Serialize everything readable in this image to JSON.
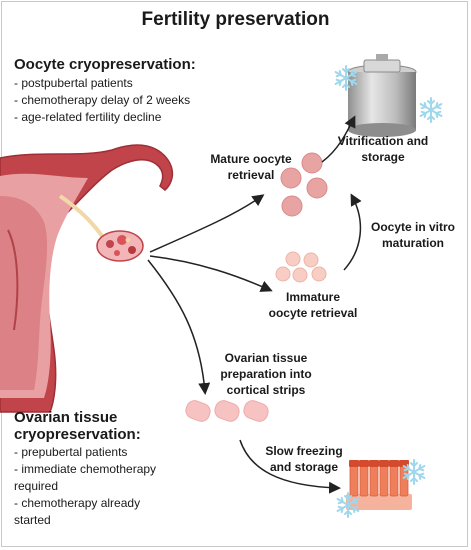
{
  "title": "Fertility preservation",
  "oocyte_section": {
    "heading": "Oocyte cryopreservation:",
    "items": [
      "- postpubertal patients",
      "- chemotherapy delay of 2 weeks",
      "- age-related fertility decline"
    ]
  },
  "ovarian_section": {
    "heading_line1": "Ovarian tissue",
    "heading_line2": "cryopreservation:",
    "items": [
      "- prepubertal patients",
      "- immediate chemotherapy",
      "required",
      "- chemotherapy already",
      "started"
    ]
  },
  "labels": {
    "vitrification": [
      "Vitrification and",
      "storage"
    ],
    "mature": [
      "Mature oocyte",
      "retrieval"
    ],
    "ivm": [
      "Oocyte in vitro",
      "maturation"
    ],
    "immature": [
      "Immature",
      "oocyte retrieval"
    ],
    "tissue_prep": [
      "Ovarian tissue",
      "preparation into",
      "cortical strips"
    ],
    "slow_freezing": [
      "Slow freezing",
      "and storage"
    ]
  },
  "colors": {
    "uterus": "#c0444a",
    "uterus_inner": "#e8a0a3",
    "oocyte_mature": "#e8a4a2",
    "oocyte_immature": "#f7cdc4",
    "strip": "#f6c2c2",
    "snowflake": "#9fd7ec",
    "tube": "#ef7f5a"
  },
  "icons": [
    "snowflake-icon",
    "cryo-tank-icon",
    "cryovial-rack-icon"
  ]
}
